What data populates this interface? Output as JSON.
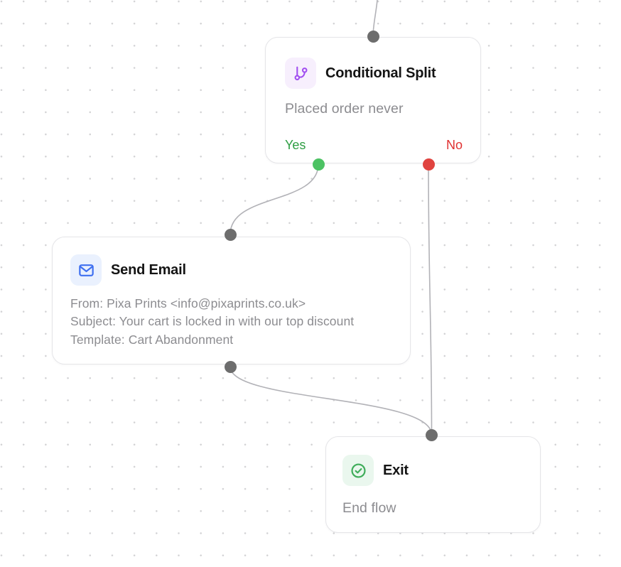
{
  "canvas": {
    "background_color": "#ffffff",
    "grid_dot_color": "#d2d2d4",
    "connector_color": "#b2b2b7"
  },
  "nodes": {
    "conditional_split": {
      "title": "Conditional Split",
      "subtitle": "Placed order never",
      "icon": "split-branch-icon",
      "icon_color": "#a14ef0",
      "icon_bg": "#f7effd",
      "yes_label": "Yes",
      "no_label": "No",
      "yes_color": "#2f9e44",
      "no_color": "#e03131"
    },
    "send_email": {
      "title": "Send Email",
      "icon": "email-envelope-icon",
      "icon_color": "#3e6ff0",
      "icon_bg": "#eaf1fe",
      "from": "From: Pixa Prints <info@pixaprints.co.uk>",
      "subject": "Subject: Your cart is locked in with our top discount",
      "template": "Template: Cart Abandonment"
    },
    "exit": {
      "title": "Exit",
      "subtitle": "End flow",
      "icon": "check-circle-icon",
      "icon_color": "#3fad5a",
      "icon_bg": "#eaf7ee"
    }
  },
  "ports": {
    "input_color": "#6d6d6d",
    "yes_output_color": "#4cc263",
    "no_output_color": "#e0433f"
  }
}
